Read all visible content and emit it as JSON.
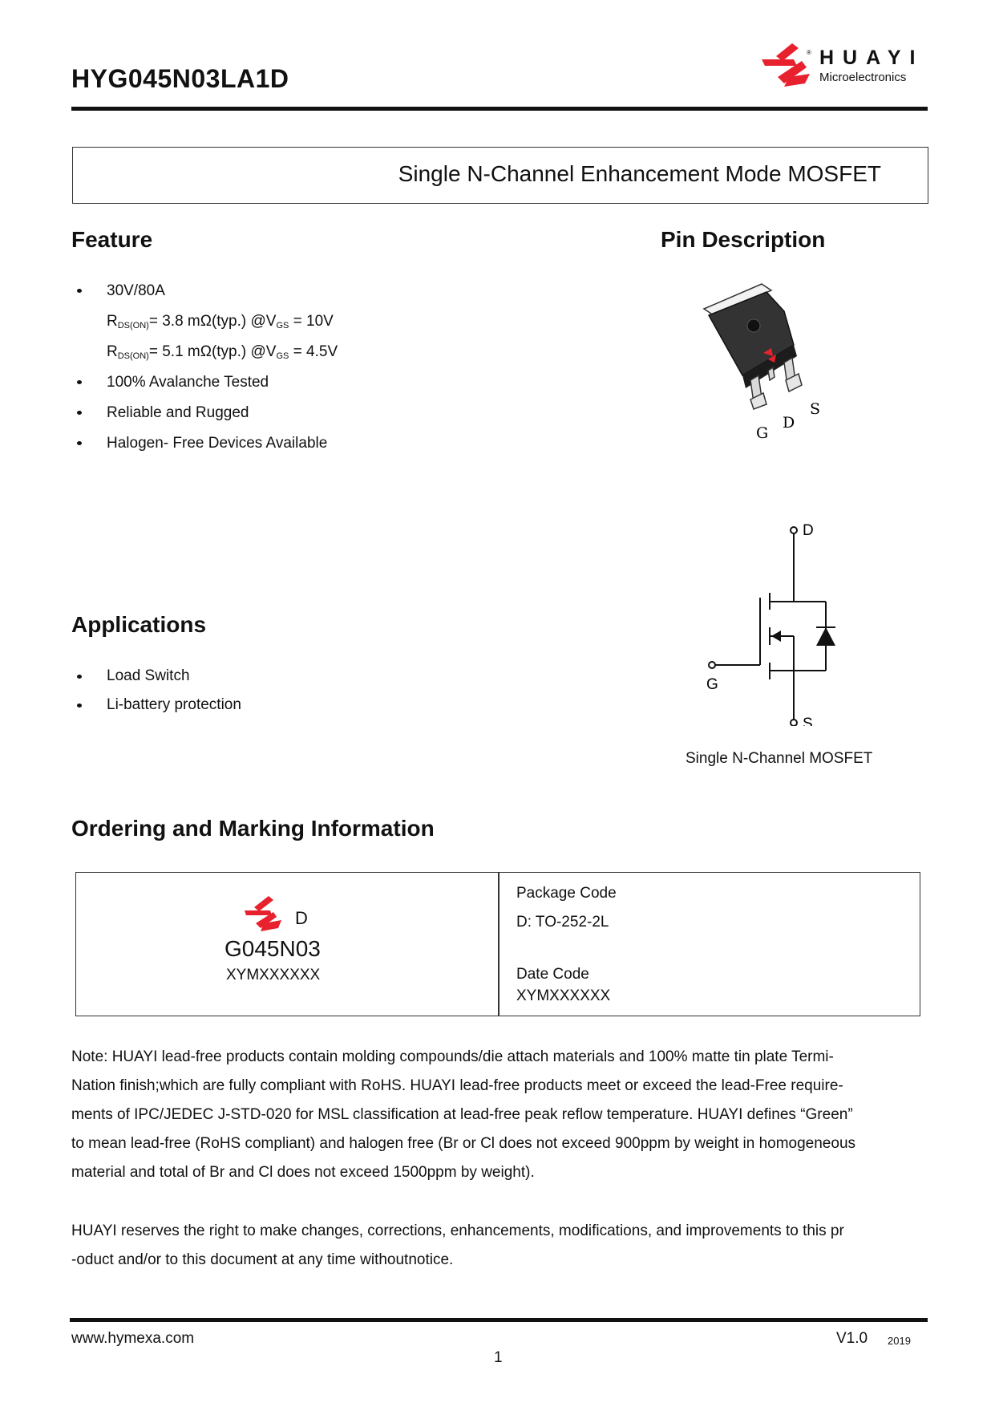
{
  "header": {
    "part_number": "HYG045N03LA1D",
    "logo_name": "HUAYI",
    "logo_registered": "®",
    "logo_subtitle": "Microelectronics",
    "brand_color": "#e8212e"
  },
  "title": "Single N-Channel Enhancement Mode MOSFET",
  "feature": {
    "heading": "Feature",
    "rating": "30V/80A",
    "rds1": {
      "sym": "R",
      "sub": "DS(ON)",
      "mid": "= 3.8 mΩ(typ.) @V",
      "sub2": "GS",
      "end": " = 10V"
    },
    "rds2": {
      "sym": "R",
      "sub": "DS(ON)",
      "mid": "= 5.1 mΩ(typ.) @V",
      "sub2": "GS",
      "end": " = 4.5V"
    },
    "items": [
      "100% Avalanche Tested",
      "Reliable and Rugged",
      "Halogen- Free Devices Available"
    ]
  },
  "pin_description": {
    "heading": "Pin Description",
    "pins": {
      "g": "G",
      "d": "D",
      "s": "S"
    },
    "schematic": {
      "d": "D",
      "g": "G",
      "s": "S"
    },
    "caption": "Single N-Channel MOSFET"
  },
  "applications": {
    "heading": "Applications",
    "items": [
      "Load Switch",
      "Li-battery protection"
    ]
  },
  "ordering": {
    "heading": "Ordering and Marking Information",
    "marking_d": "D",
    "marking_code": "G045N03",
    "marking_date": "XYMXXXXXX",
    "package_code_label": "Package Code",
    "package_code_value": "D: TO-252-2L",
    "date_code_label": "Date Code",
    "date_code_value": "XYMXXXXXX"
  },
  "notes": {
    "note_lines": [
      "Note: HUAYI lead-free products contain molding compounds/die attach materials and 100% matte tin plate Termi-",
      "Nation finish;which are fully compliant with RoHS. HUAYI lead-free products meet or exceed the lead-Free require-",
      "ments of IPC/JEDEC J-STD-020 for MSL classification at lead-free peak reflow temperature. HUAYI defines “Green”",
      "to mean lead-free (RoHS compliant) and halogen free (Br or Cl does not exceed 900ppm by weight in homogeneous",
      "material and total of Br and Cl does not exceed 1500ppm by weight)."
    ],
    "reserve_lines": [
      "HUAYI reserves the right to make changes, corrections, enhancements, modifications, and improvements to this pr",
      "-oduct and/or to this document at any time withoutnotice."
    ]
  },
  "footer": {
    "website": "www.hymexa.com",
    "page": "1",
    "version": "V1.0",
    "year": "2019"
  }
}
